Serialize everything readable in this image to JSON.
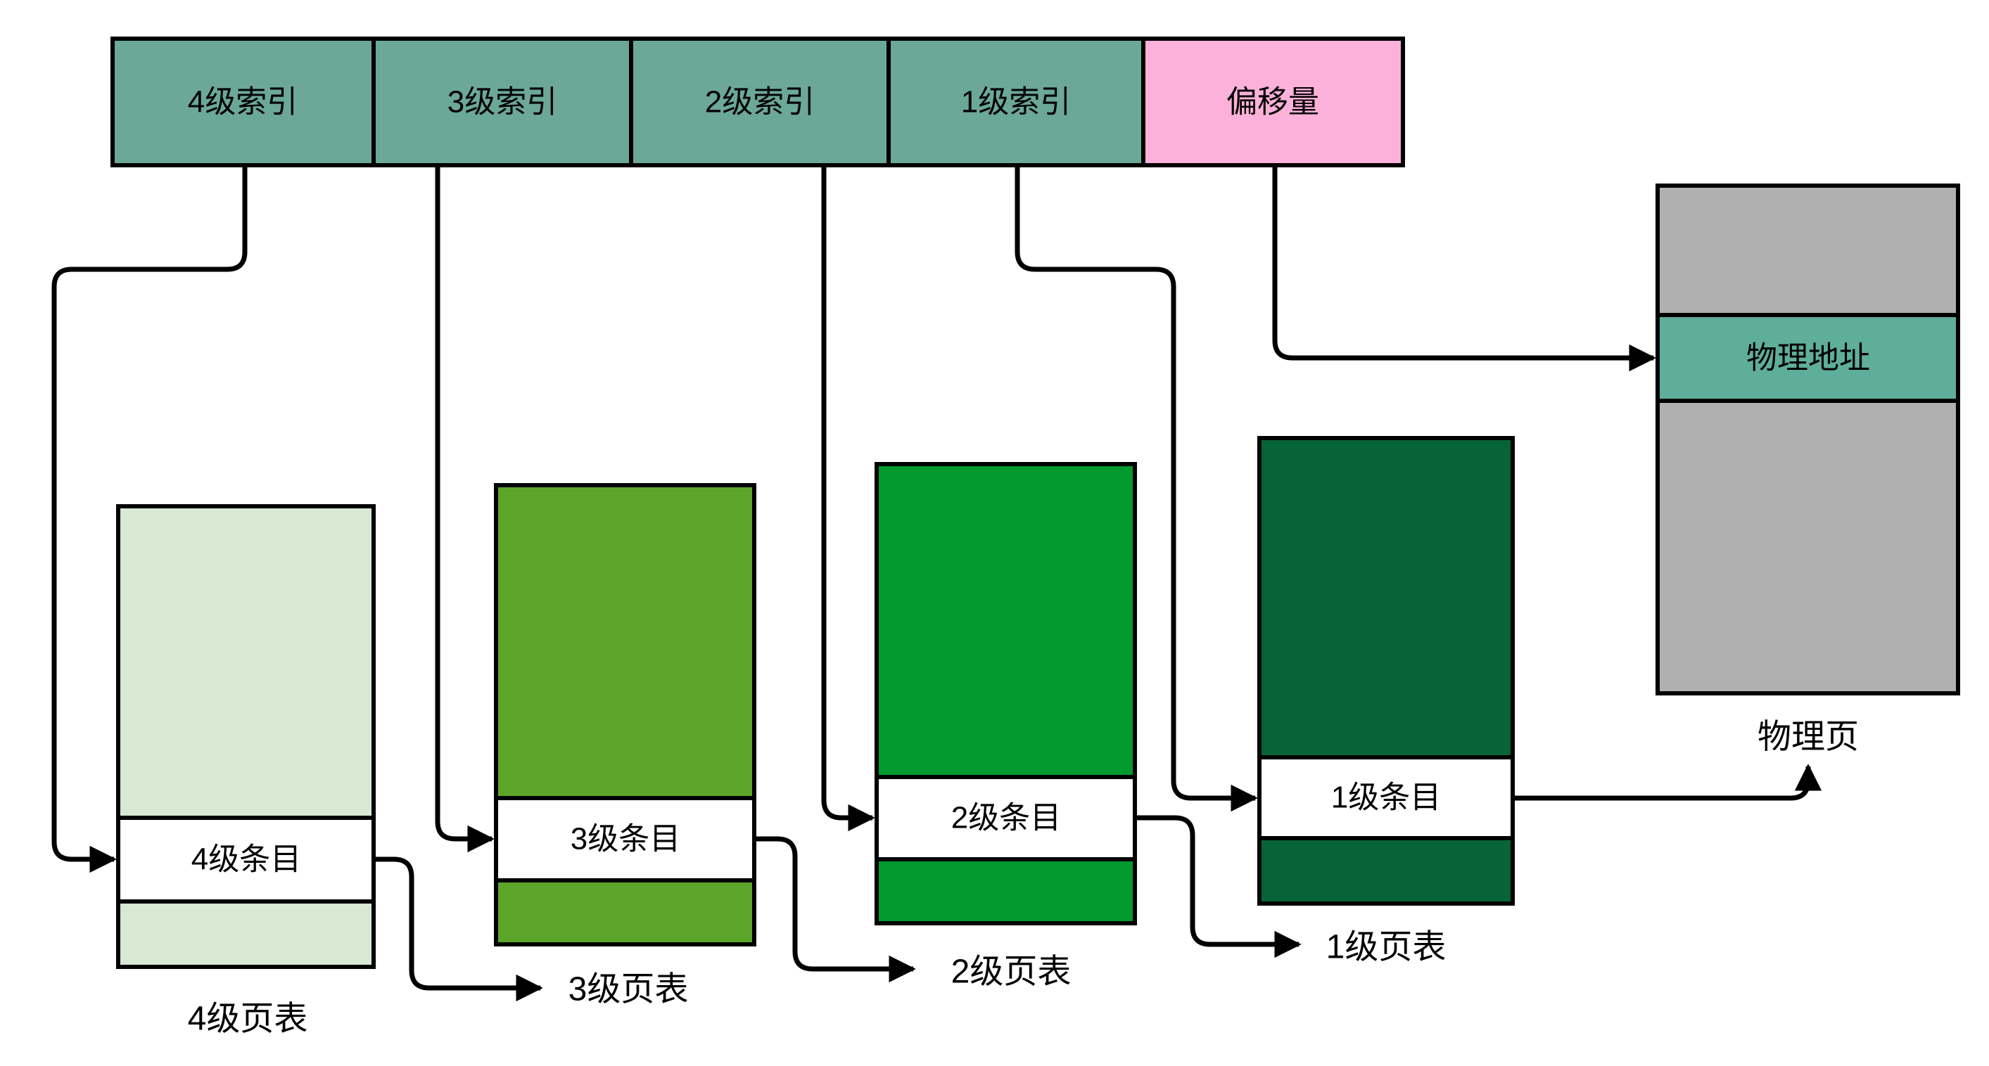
{
  "colors": {
    "field_teal": "#6BA897",
    "offset_pink": "#FBB1D9",
    "table4_light_green": "#D7E8D3",
    "table3_mid_green": "#5CA52A",
    "table2_green": "#009A2E",
    "table1_dark_green": "#076438",
    "physical_gray": "#B0B0B0",
    "physical_address_teal": "#5FAE9B",
    "entry_white": "#FFFFFF",
    "line_black": "#000000"
  },
  "virtual_address_fields": [
    {
      "label": "4级索引"
    },
    {
      "label": "3级索引"
    },
    {
      "label": "2级索引"
    },
    {
      "label": "1级索引"
    },
    {
      "label": "偏移量"
    }
  ],
  "page_tables": [
    {
      "entry_label": "4级条目",
      "caption": "4级页表"
    },
    {
      "entry_label": "3级条目",
      "caption": "3级页表"
    },
    {
      "entry_label": "2级条目",
      "caption": "2级页表"
    },
    {
      "entry_label": "1级条目",
      "caption": "1级页表"
    }
  ],
  "physical_page": {
    "address_label": "物理地址",
    "caption": "物理页"
  }
}
